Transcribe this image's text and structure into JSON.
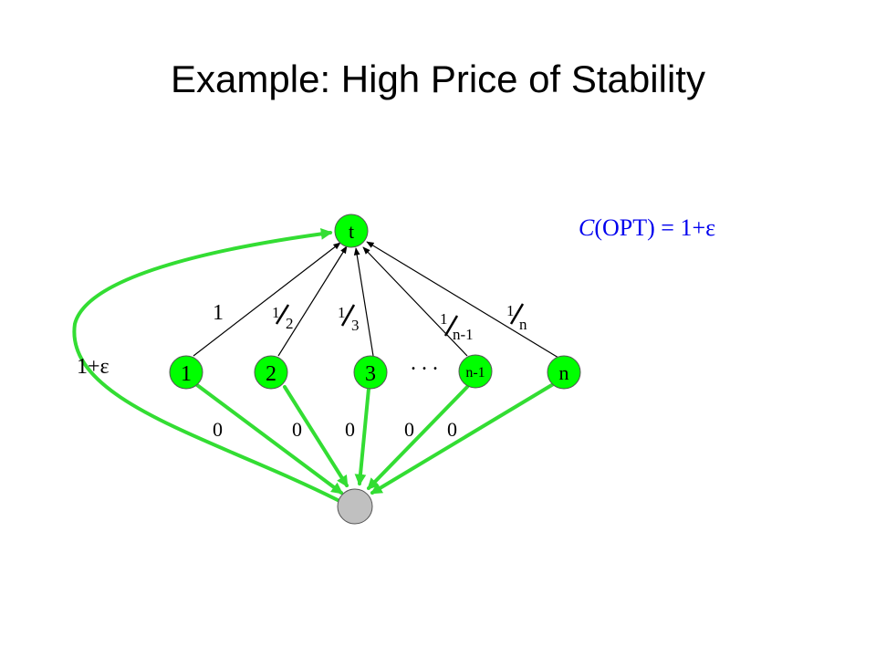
{
  "title": "Example: High Price of Stability",
  "cost_label": {
    "c": "C",
    "rest": "(OPT) = 1+ε"
  },
  "nodes": {
    "t": "t",
    "n1": "1",
    "n2": "2",
    "n3": "3",
    "nm1": "n-1",
    "n": "n"
  },
  "dots": ". . .",
  "edge_labels": {
    "e1": "1",
    "e2": {
      "num": "1",
      "den": "2"
    },
    "e3": {
      "num": "1",
      "den": "3"
    },
    "enm1": {
      "num": "1",
      "den": "n-1"
    },
    "en": {
      "num": "1",
      "den": "n"
    },
    "loop": "1+ε",
    "zeros": [
      "0",
      "0",
      "0",
      "0",
      "0"
    ]
  },
  "colors": {
    "node_fill": "#00ff00",
    "sink_fill": "#c0c0c0",
    "green_edge": "#33dd33",
    "black_edge": "#000000"
  }
}
